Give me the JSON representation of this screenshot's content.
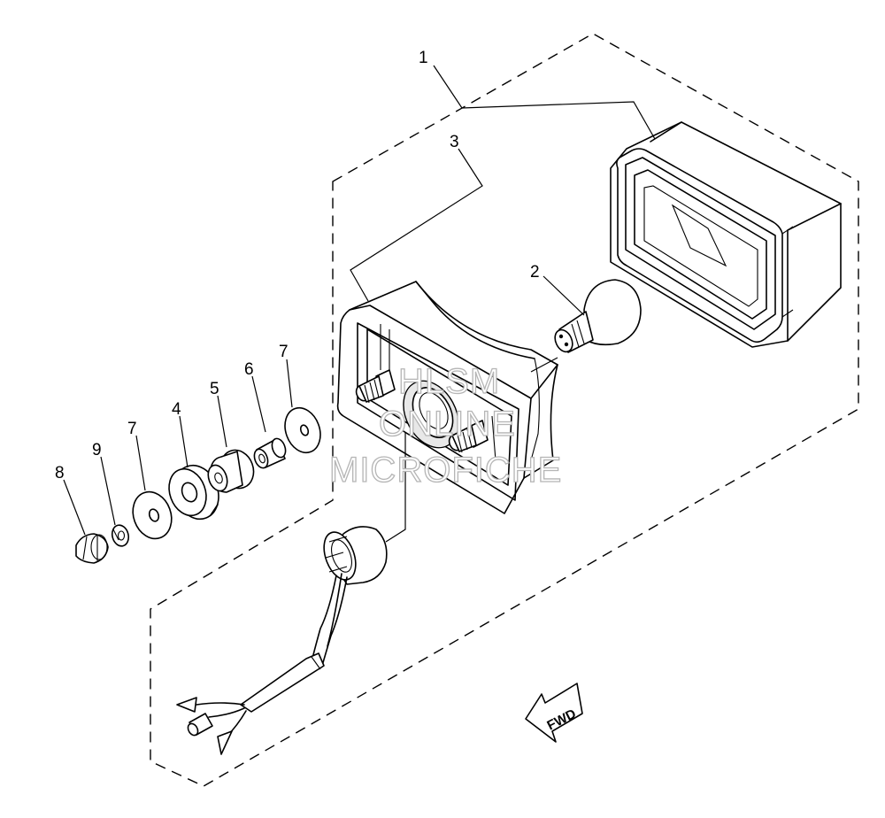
{
  "callouts": [
    {
      "id": "1",
      "label": "1"
    },
    {
      "id": "2",
      "label": "2"
    },
    {
      "id": "3",
      "label": "3"
    },
    {
      "id": "4",
      "label": "4"
    },
    {
      "id": "5",
      "label": "5"
    },
    {
      "id": "6",
      "label": "6"
    },
    {
      "id": "7a",
      "label": "7"
    },
    {
      "id": "7b",
      "label": "7"
    },
    {
      "id": "8",
      "label": "8"
    },
    {
      "id": "9",
      "label": "9"
    }
  ],
  "direction_arrow": {
    "label": "FWD"
  },
  "watermark": {
    "line1": "HLSM",
    "line2": "ONLINE",
    "line3": "MICROFICHE"
  }
}
